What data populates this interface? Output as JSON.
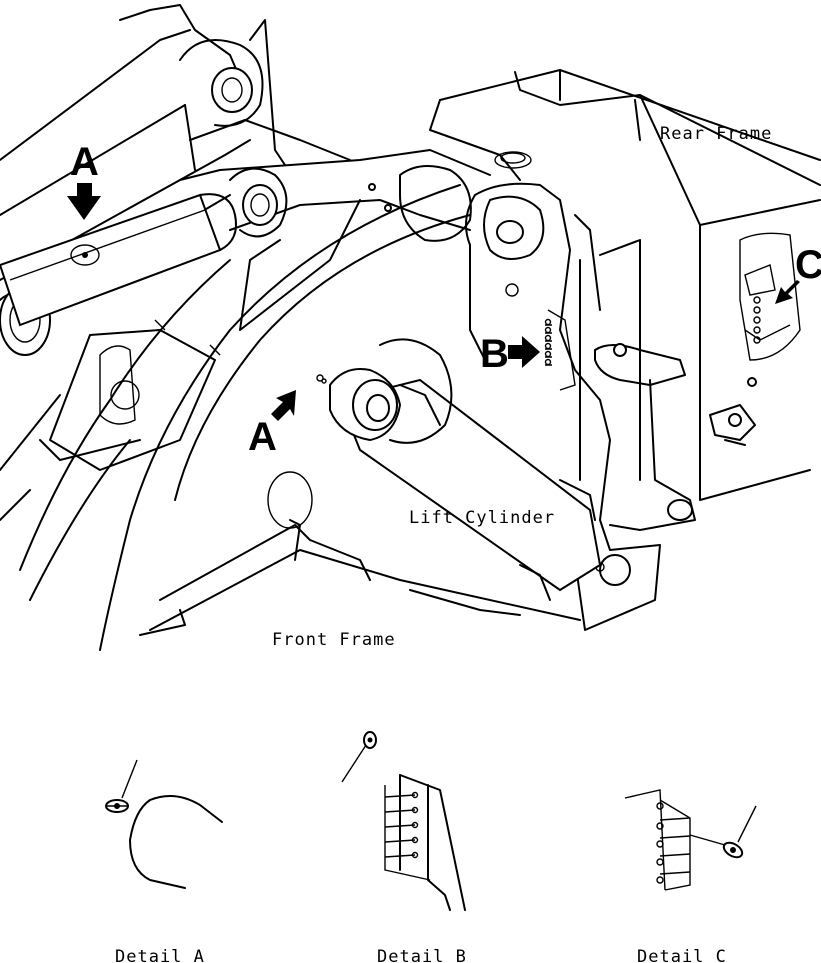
{
  "labels": {
    "rear_frame": "Rear Frame",
    "front_frame": "Front Frame",
    "lift_cylinder": "Lift Cylinder"
  },
  "callouts": {
    "a_upper": "A",
    "a_lower": "A",
    "b": "B",
    "c": "C"
  },
  "details": {
    "a": "Detail A",
    "b": "Detail B",
    "c": "Detail C"
  },
  "icons": [
    "arrow-a-upper-icon",
    "arrow-a-lower-icon",
    "arrow-b-icon",
    "arrow-c-icon",
    "grease-fitting-icon"
  ],
  "colors": {
    "line": "#000000",
    "background": "#ffffff"
  }
}
